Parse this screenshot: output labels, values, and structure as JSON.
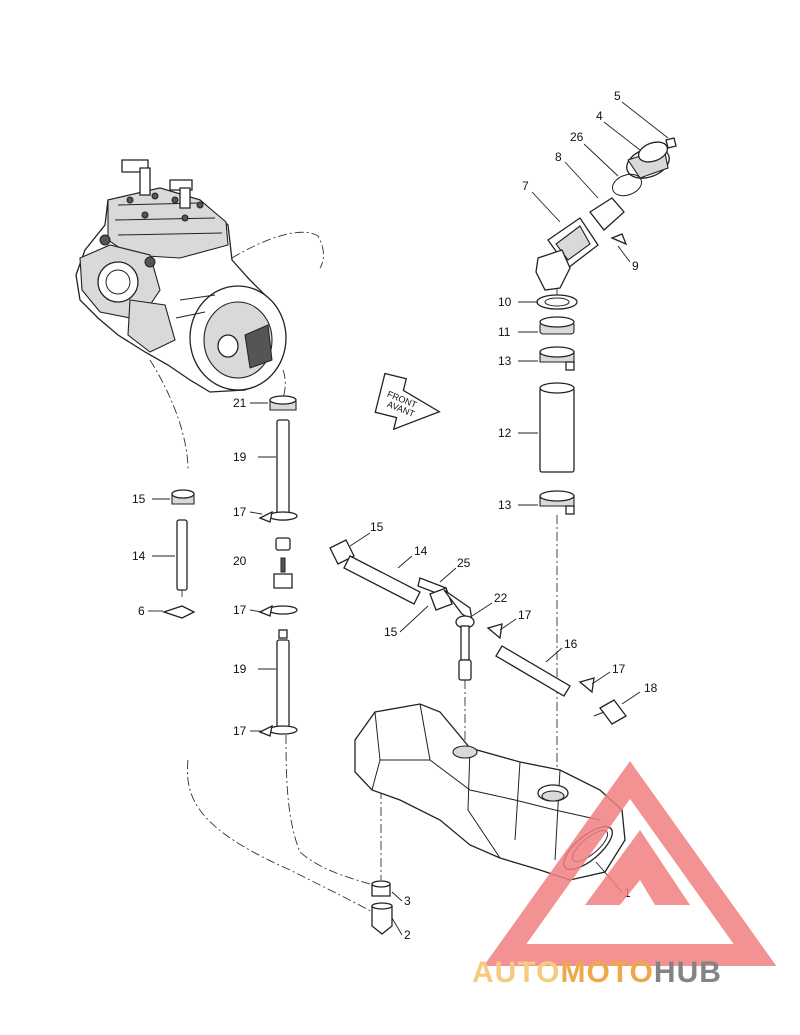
{
  "callouts": [
    {
      "id": "c5",
      "text": "5"
    },
    {
      "id": "c4",
      "text": "4"
    },
    {
      "id": "c26",
      "text": "26"
    },
    {
      "id": "c8",
      "text": "8"
    },
    {
      "id": "c7",
      "text": "7"
    },
    {
      "id": "c9",
      "text": "9"
    },
    {
      "id": "c10",
      "text": "10"
    },
    {
      "id": "c11",
      "text": "11"
    },
    {
      "id": "c13a",
      "text": "13"
    },
    {
      "id": "c12",
      "text": "12"
    },
    {
      "id": "c13b",
      "text": "13"
    },
    {
      "id": "c21",
      "text": "21"
    },
    {
      "id": "c19a",
      "text": "19"
    },
    {
      "id": "c17a",
      "text": "17"
    },
    {
      "id": "c20",
      "text": "20"
    },
    {
      "id": "c17b",
      "text": "17"
    },
    {
      "id": "c19b",
      "text": "19"
    },
    {
      "id": "c17c",
      "text": "17"
    },
    {
      "id": "c15a",
      "text": "15"
    },
    {
      "id": "c14a",
      "text": "14"
    },
    {
      "id": "c6",
      "text": "6"
    },
    {
      "id": "c15b",
      "text": "15"
    },
    {
      "id": "c14b",
      "text": "14"
    },
    {
      "id": "c25",
      "text": "25"
    },
    {
      "id": "c22",
      "text": "22"
    },
    {
      "id": "c15c",
      "text": "15"
    },
    {
      "id": "c17d",
      "text": "17"
    },
    {
      "id": "c16",
      "text": "16"
    },
    {
      "id": "c17e",
      "text": "17"
    },
    {
      "id": "c18",
      "text": "18"
    },
    {
      "id": "c3",
      "text": "3"
    },
    {
      "id": "c2",
      "text": "2"
    },
    {
      "id": "c1",
      "text": "1"
    }
  ],
  "front_sign": {
    "line1": "FRONT",
    "line2": "AVANT"
  },
  "watermark": {
    "part1": "AUTO",
    "part2": "MOTO",
    "part3": "HUB",
    "colors": {
      "light": "#f5c26b",
      "accent": "#ea9a2a",
      "dark": "#6f6f6f",
      "triangle": "#f08080"
    }
  }
}
